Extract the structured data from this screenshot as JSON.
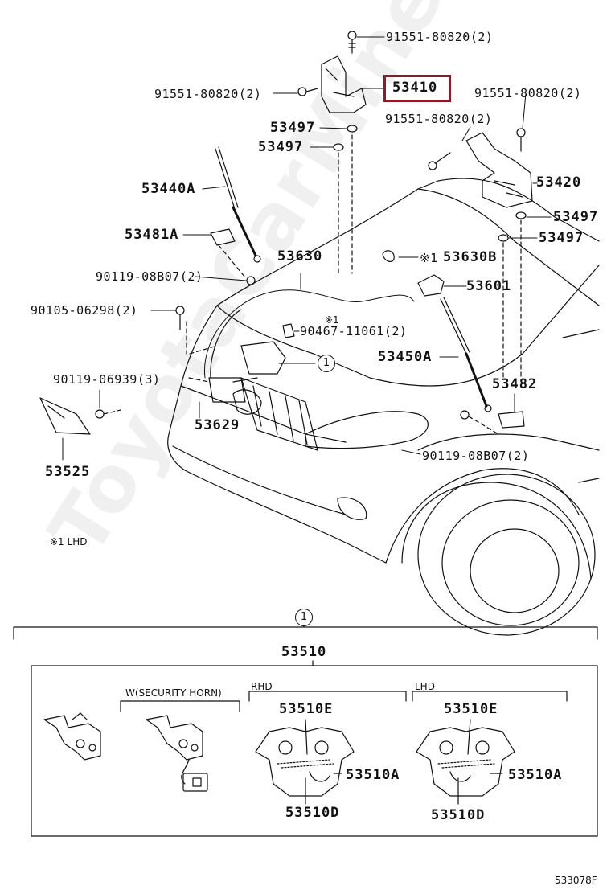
{
  "callouts": {
    "c91551_top": "91551-80820(2)",
    "c91551_left": "91551-80820(2)",
    "c91551_right_top": "91551-80820(2)",
    "c91551_right_mid": "91551-80820(2)",
    "c53410": "53410",
    "c53497_a": "53497",
    "c53497_b": "53497",
    "c53497_c": "53497",
    "c53497_d": "53497",
    "c53440A": "53440A",
    "c53420": "53420",
    "c53481A": "53481A",
    "c53630": "53630",
    "c53630B": "53630B",
    "c53630B_mark": "※1",
    "c90119_08B07_left": "90119-08B07(2)",
    "c53601": "53601",
    "c90105": "90105-06298(2)",
    "c90467_mark": "※1",
    "c90467": "90467-11061(2)",
    "c53450A": "53450A",
    "c90119_06939": "90119-06939(3)",
    "c53482": "53482",
    "c53629": "53629",
    "c90119_08B07_right": "90119-08B07(2)",
    "c53525": "53525",
    "note_lhd": "※1 LHD",
    "ref_marker": "1"
  },
  "detail": {
    "marker": "1",
    "assembly": "53510",
    "w_security_horn": "W(SECURITY HORN)",
    "rhd": "RHD",
    "lhd": "LHD",
    "rhd_53510E": "53510E",
    "rhd_53510A": "53510A",
    "rhd_53510D": "53510D",
    "lhd_53510E": "53510E",
    "lhd_53510A": "53510A",
    "lhd_53510D": "53510D"
  },
  "highlight_part": "53410",
  "highlight_color": "#8b1a2b",
  "watermark": "ToyotaCarMine.ru",
  "figure_id": "533078F"
}
